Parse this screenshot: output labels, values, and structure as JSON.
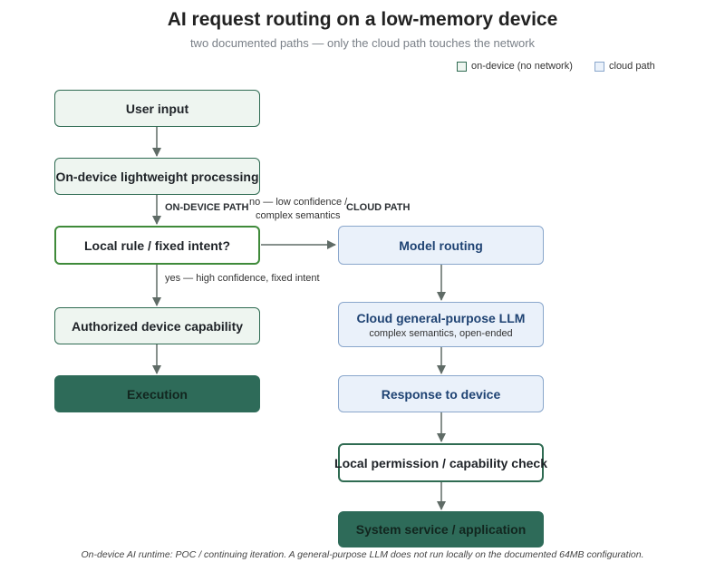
{
  "title": "AI request routing on a low-memory device",
  "subtitle": "two documented paths — only the cloud path touches the network",
  "legend": {
    "on_device": "on-device (no network)",
    "cloud": "cloud path"
  },
  "nodes": {
    "user_input": "User input",
    "lightweight": "On-device lightweight processing",
    "decision": "Local rule / fixed intent?",
    "authorized": "Authorized device capability",
    "execution": "Execution",
    "model_routing": "Model routing",
    "cloud_llm": "Cloud general-purpose LLM",
    "cloud_llm_sub": "complex semantics, open-ended",
    "response": "Response to device",
    "permission_check": "Local permission / capability check",
    "system_service": "System service / application"
  },
  "edge_labels": {
    "on_device_path": "ON-DEVICE PATH",
    "cloud_path": "CLOUD PATH",
    "no_branch_line1": "no — low confidence /",
    "no_branch_line2": "complex semantics",
    "yes_branch": "yes — high confidence, fixed intent"
  },
  "footnote": "On-device AI runtime: POC / continuing iteration. A general-purpose LLM does not run locally on the documented 64MB configuration.",
  "colors": {
    "on_device_fill": "#eef5f0",
    "on_device_border": "#2f6b52",
    "cloud_fill": "#eaf1fa",
    "cloud_border": "#8aa7cc",
    "dark_fill": "#2e6b59",
    "arrow": "#5f6b66"
  }
}
